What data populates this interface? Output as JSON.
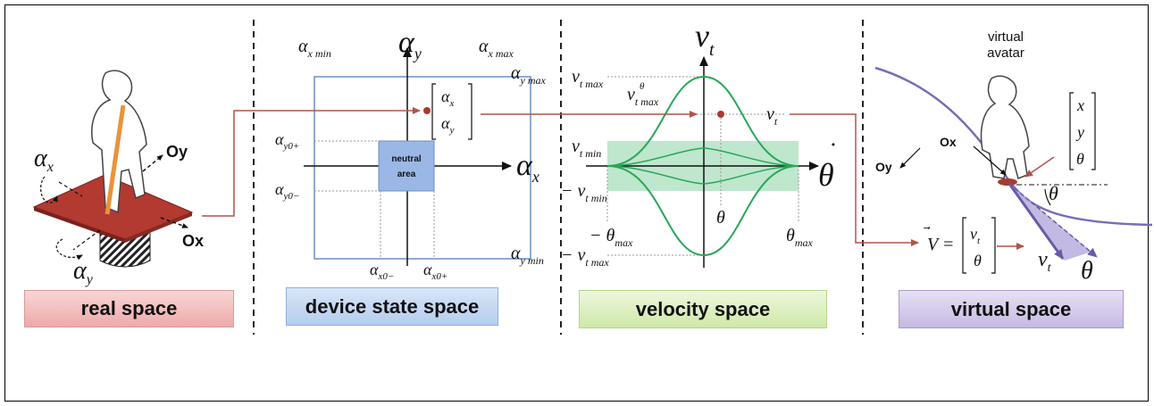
{
  "panels": {
    "real": "real space",
    "device": "device state space",
    "velocity": "velocity space",
    "virtual": "virtual space"
  },
  "real_space": {
    "alpha_x": "α",
    "alpha_x_sub": "x",
    "alpha_y": "α",
    "alpha_y_sub": "y",
    "oy": "Oy",
    "ox": "Ox"
  },
  "device_space": {
    "alpha_y_axis": "α",
    "alpha_y_axis_sub": "y",
    "alpha_x_axis": "α",
    "alpha_x_axis_sub": "x",
    "x_min": "α",
    "x_min_sub": "x min",
    "x_max": "α",
    "x_max_sub": "x max",
    "y_max": "α",
    "y_max_sub": "y max",
    "y_min": "α",
    "y_min_sub": "y min",
    "y0_plus": "α",
    "y0_plus_sub": "y0+",
    "y0_minus": "α",
    "y0_minus_sub": "y0−",
    "x0_minus": "α",
    "x0_minus_sub": "x0−",
    "x0_plus": "α",
    "x0_plus_sub": "x0+",
    "neutral_line1": "neutral",
    "neutral_line2": "area",
    "vec_top": "α",
    "vec_top_sub": "x",
    "vec_bottom": "α",
    "vec_bottom_sub": "y"
  },
  "velocity_space": {
    "vt_axis": "v",
    "vt_axis_sub": "t",
    "theta_dot_axis": "θ",
    "vt_max": "v",
    "vt_max_sub": "t max",
    "vt_max_theta": "v",
    "vt_max_theta_sub": "t max",
    "vt_max_theta_sup": "θ",
    "vt_min": "v",
    "vt_min_sub": "t min",
    "neg_vt_min": "− v",
    "neg_vt_min_sub": "t min",
    "neg_vt_max": "− v",
    "neg_vt_max_sub": "t max",
    "vt_point": "v",
    "vt_point_sub": "t",
    "theta_dot": "θ",
    "neg_theta_max": "− θ",
    "neg_theta_max_sub": "max",
    "theta_max": "θ",
    "theta_max_sub": "max"
  },
  "virtual_space": {
    "avatar_line1": "virtual",
    "avatar_line2": "avatar",
    "ox": "Ox",
    "oy": "Oy",
    "pose_x": "x",
    "pose_y": "y",
    "pose_theta": "θ",
    "theta_angle": "θ",
    "V_label": "V =",
    "V_top": "v",
    "V_top_sub": "t",
    "V_bottom": "θ",
    "vt_arrow": "v",
    "vt_arrow_sub": "t",
    "theta_dot_arrow": "θ"
  },
  "colors": {
    "flow_arrow": "#b2524a",
    "green_curve": "#2aa65a",
    "green_band": "#a8dfbc",
    "purple_curve": "#7b6bb5",
    "board_red": "#b23a30",
    "box_blue": "#6a8fc5",
    "neutral_fill": "#9bb7e6"
  }
}
